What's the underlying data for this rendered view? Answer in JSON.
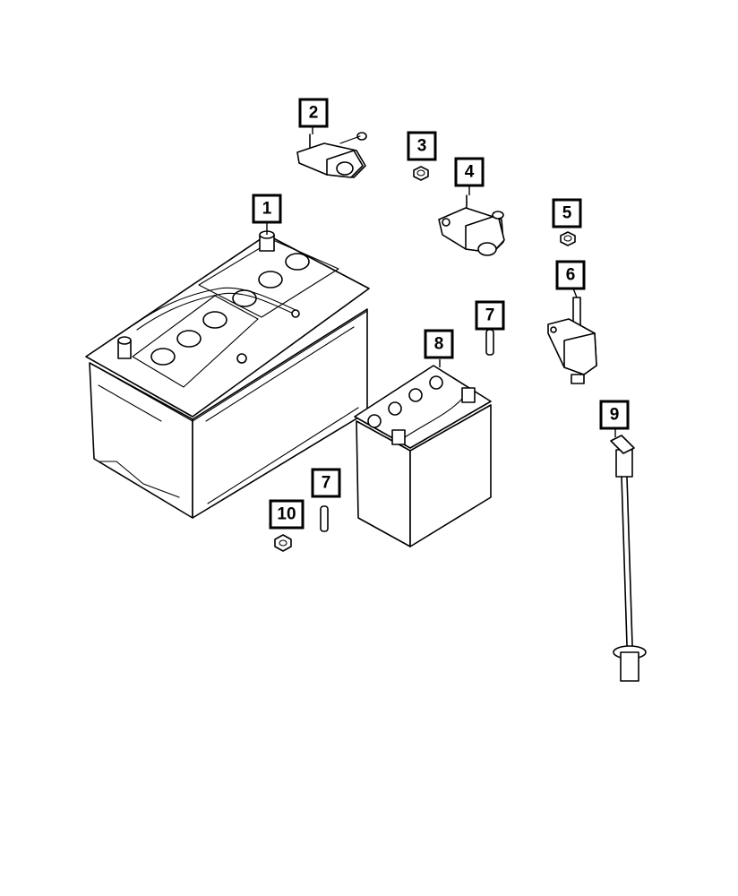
{
  "callouts": [
    {
      "id": "c1",
      "label": "1"
    },
    {
      "id": "c2",
      "label": "2"
    },
    {
      "id": "c3",
      "label": "3"
    },
    {
      "id": "c4",
      "label": "4"
    },
    {
      "id": "c5",
      "label": "5"
    },
    {
      "id": "c6",
      "label": "6"
    },
    {
      "id": "c7a",
      "label": "7"
    },
    {
      "id": "c7b",
      "label": "7"
    },
    {
      "id": "c8",
      "label": "8"
    },
    {
      "id": "c9",
      "label": "9"
    },
    {
      "id": "c10",
      "label": "10"
    }
  ]
}
